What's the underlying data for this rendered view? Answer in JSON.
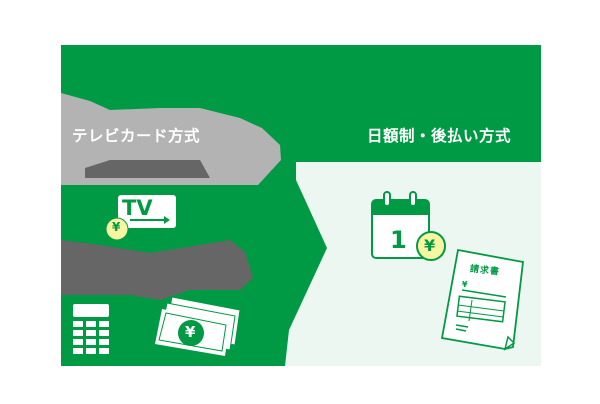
{
  "diagram": {
    "left_panel": {
      "title": "テレビカード方式",
      "tv_label": "TV",
      "yen_symbol": "¥",
      "icons": [
        "tv-card-icon",
        "yen-coin-icon",
        "calculator-icon",
        "banknotes-icon"
      ]
    },
    "right_panel": {
      "title": "日額制・後払い方式",
      "calendar_day": "1",
      "yen_symbol": "¥",
      "invoice_title": "請求書",
      "invoice_yen": "¥",
      "icons": [
        "calendar-icon",
        "yen-coin-icon",
        "invoice-icon"
      ]
    },
    "arrow": "chevron-right",
    "colors": {
      "green": "#009a44",
      "light_green_bg": "#ebf7f0",
      "gray_overlay": "#b3b3b3",
      "dark_gray_overlay": "#666666",
      "coin_yellow": "#f8f5a0",
      "white": "#ffffff"
    }
  }
}
